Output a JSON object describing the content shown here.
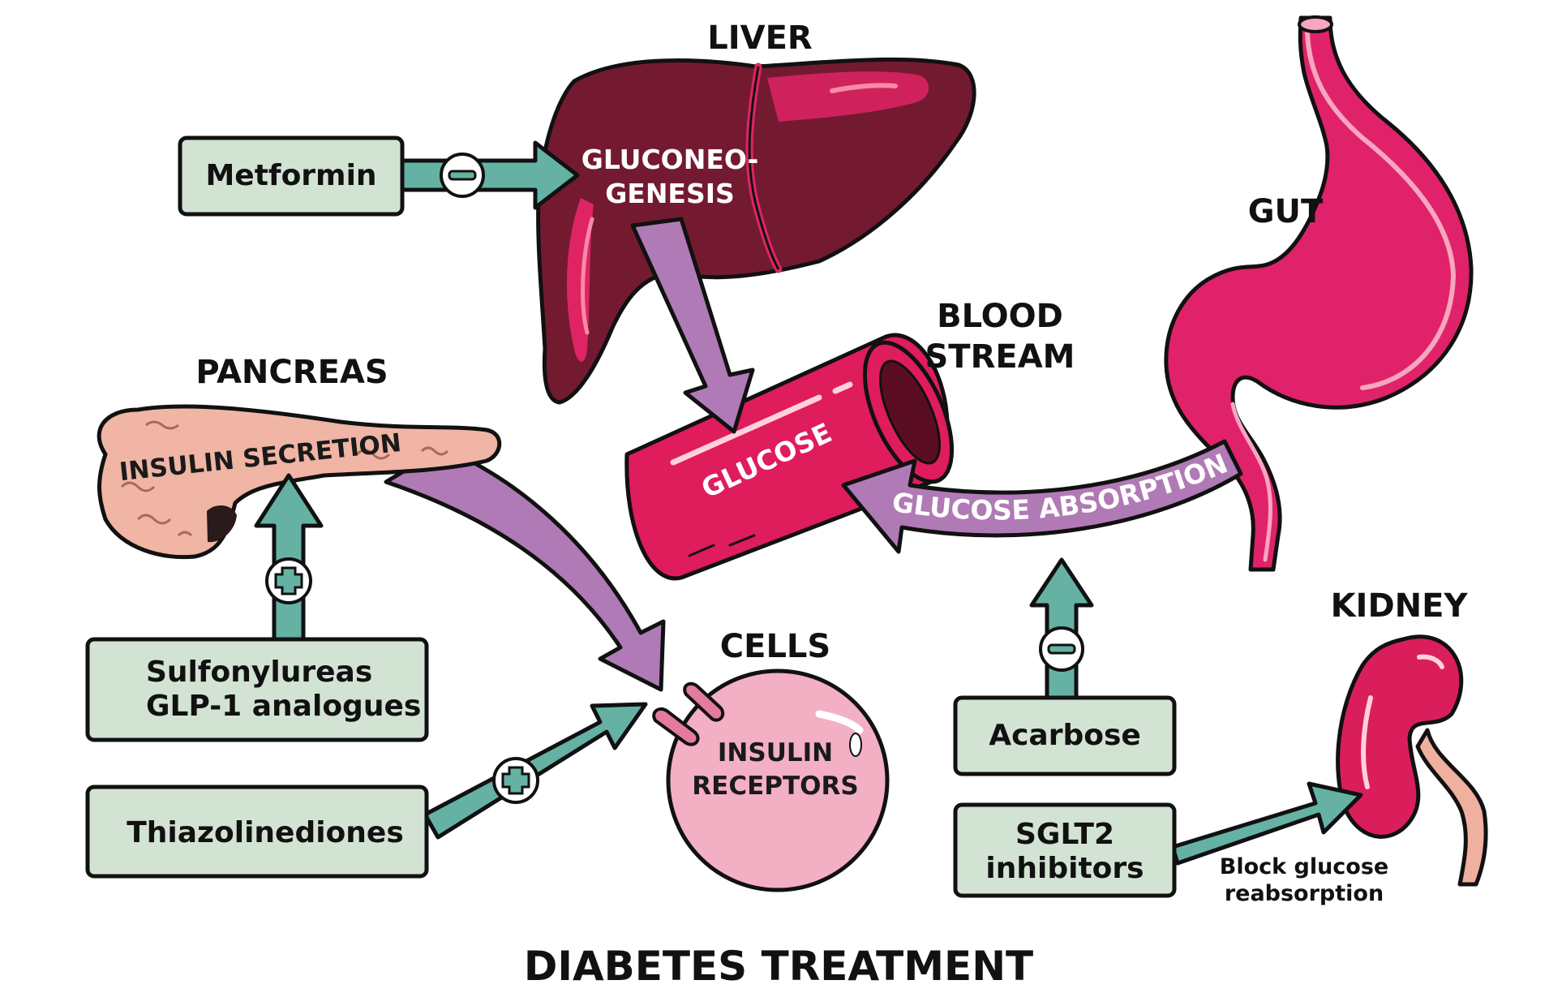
{
  "title": "DIABETES TREATMENT",
  "organs": {
    "liver": "LIVER",
    "gut": "GUT",
    "blood_stream": [
      "BLOOD",
      "STREAM"
    ],
    "pancreas": "PANCREAS",
    "cells": "CELLS",
    "kidney": "KIDNEY"
  },
  "processes": {
    "gluconeogenesis": [
      "GLUCONEO-",
      "GENESIS"
    ],
    "glucose": "GLUCOSE",
    "glucose_absorption": "GLUCOSE  ABSORPTION",
    "insulin_secretion": "INSULIN SECRETION",
    "insulin_receptors": [
      "INSULIN",
      "RECEPTORS"
    ],
    "kidney_note": [
      "Block glucose",
      "reabsorption"
    ]
  },
  "drugs": {
    "metformin": "Metformin",
    "sulfonylureas": [
      "Sulfonylureas",
      "GLP-1 analogues"
    ],
    "thiazolidinediones": "Thiazolinediones",
    "acarbose": "Acarbose",
    "sglt2": [
      "SGLT2",
      "inhibitors"
    ]
  },
  "signs": {
    "metformin": "minus",
    "sulfonylureas": "plus",
    "thiazolidinediones": "plus",
    "acarbose": "minus"
  },
  "colors": {
    "drug_box": "#d2e3d3",
    "drug_arrow": "#65b2a5",
    "flow_arrow": "#b07ab6",
    "liver": "#731a31",
    "liver_highlight": "#df2464",
    "blood_vessel": "#df1c5c",
    "gut": "#e0226a",
    "pancreas": "#f0b5a5",
    "cell": "#f3afc3",
    "kidney": "#da1e5c"
  }
}
